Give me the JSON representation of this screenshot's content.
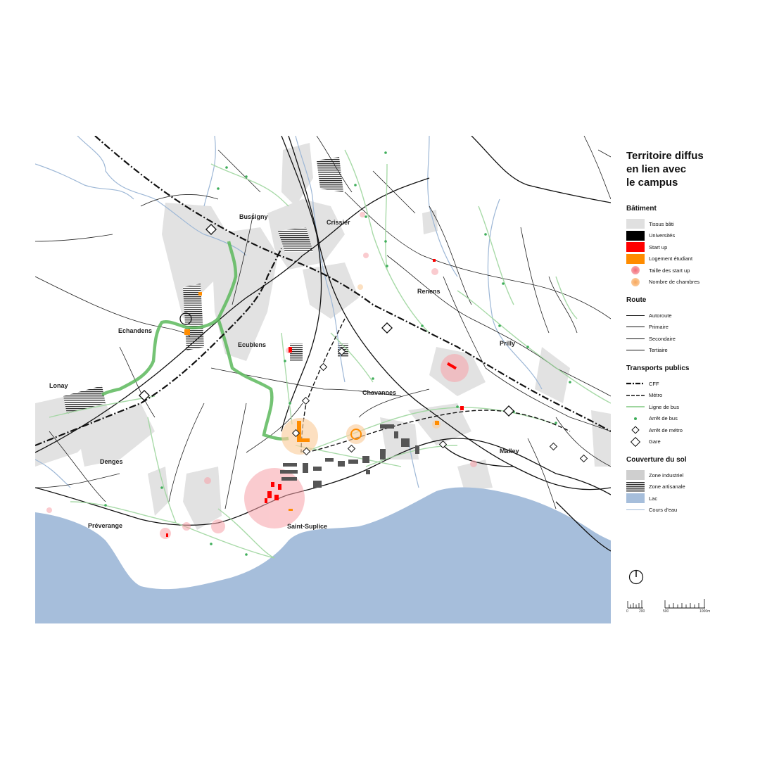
{
  "title_lines": [
    "Territoire diffus",
    "en lien avec",
    "le campus"
  ],
  "places": [
    "Bussigny",
    "Crissier",
    "Renens",
    "Echandens",
    "Ecublens",
    "Prilly",
    "Lonay",
    "Chavannes",
    "Malley",
    "Denges",
    "Préverange",
    "Saint-Suplice"
  ],
  "legend": {
    "batiment": {
      "title": "Bâtiment",
      "items": [
        "Tissus bâti",
        "Universités",
        "Start up",
        "Logement étudiant",
        "Taille des start up",
        "Nombre de chambres"
      ]
    },
    "route": {
      "title": "Route",
      "items": [
        "Autoroute",
        "Primaire",
        "Secondaire",
        "Tertiaire"
      ]
    },
    "transports": {
      "title": "Transports publics",
      "items": [
        "CFF",
        "Métro",
        "Ligne de bus",
        "Arrêt de bus",
        "Arrêt de métro",
        "Gare"
      ]
    },
    "sol": {
      "title": "Couverture du sol",
      "items": [
        "Zone industriel",
        "Zone artisanale",
        "Lac",
        "Cours d'eau"
      ]
    }
  },
  "scale_labels": [
    "0",
    "200",
    "500",
    "1000m"
  ],
  "colors": {
    "tissus": "#e0e0e0",
    "universite": "#000000",
    "startup": "#ff0000",
    "logement": "#ff8c00",
    "startup_halo": "#f7a1a8",
    "chambres_halo": "#fbcf9f",
    "bus": "#8fd18f",
    "bus_stop": "#3fae5a",
    "industriel": "#cfcfcf",
    "lac": "#a6bedb",
    "cours_eau": "#9db7d6",
    "green_path": "#5cb85c"
  },
  "icons": [
    "north-arrow-icon",
    "scale-bar-icon"
  ]
}
